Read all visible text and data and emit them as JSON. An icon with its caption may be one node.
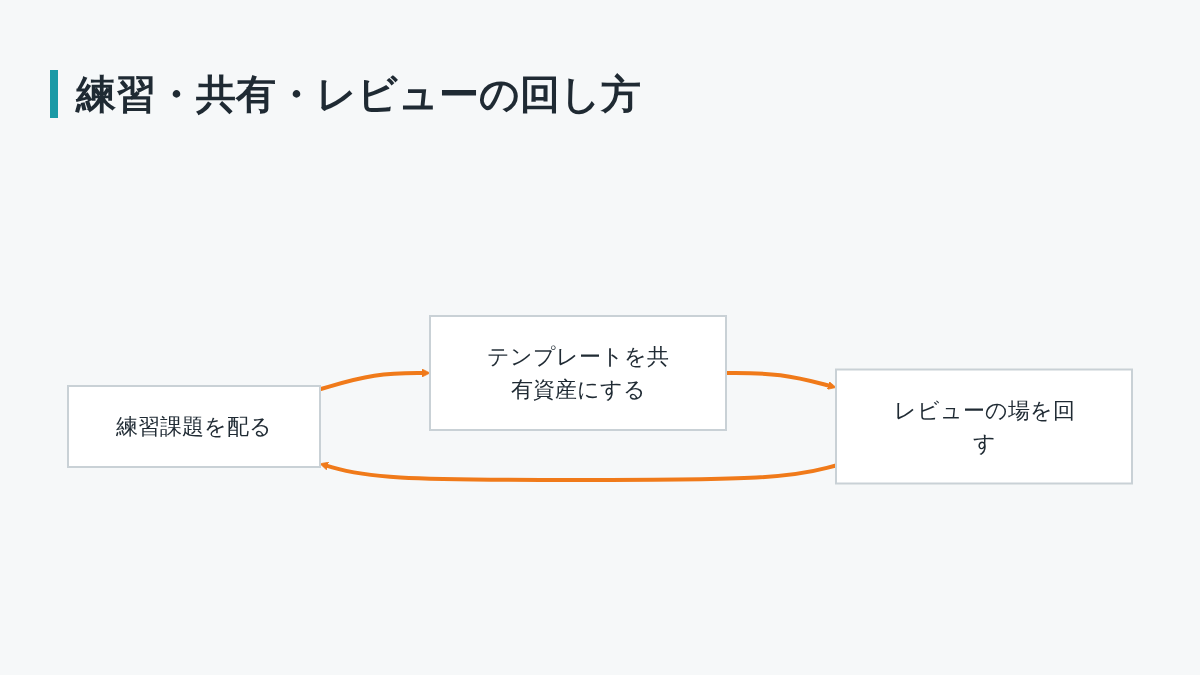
{
  "diagram": {
    "title": "練習・共有・レビューの回し方",
    "nodes": [
      {
        "text": [
          "練習課題を配る"
        ]
      },
      {
        "text": [
          "テンプレートを共有資産にする"
        ]
      },
      {
        "text": [
          "レビューの場を回す"
        ]
      }
    ],
    "edges": [
      {
        "from": 0,
        "to": 1,
        "arrow": "to"
      },
      {
        "from": 1,
        "to": 2,
        "arrow": "to"
      },
      {
        "from": 2,
        "to": 0,
        "arrow": "to"
      }
    ]
  }
}
